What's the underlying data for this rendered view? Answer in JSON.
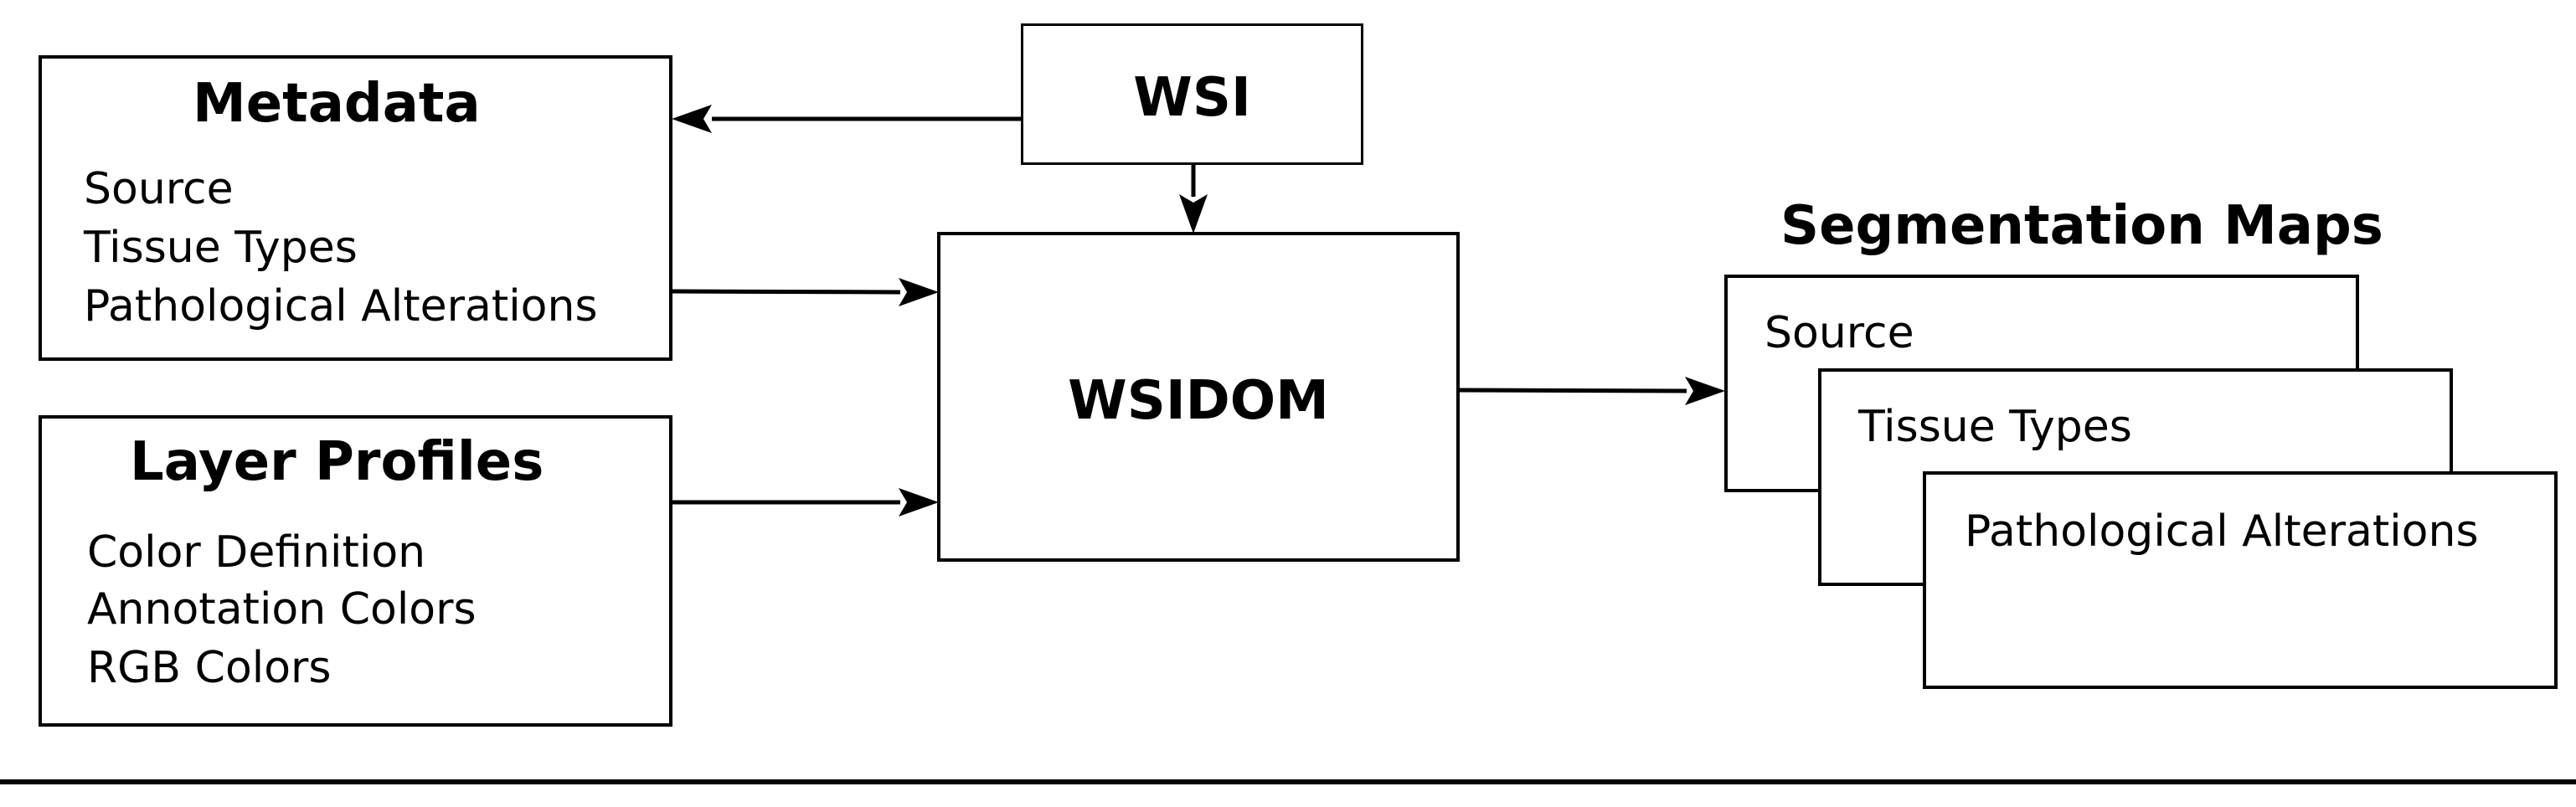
{
  "wsi": {
    "title": "WSI"
  },
  "metadata": {
    "title": "Metadata",
    "items": [
      "Source",
      "Tissue Types",
      "Pathological Alterations"
    ]
  },
  "layer_profiles": {
    "title": "Layer Profiles",
    "items": [
      "Color Definition",
      "Annotation Colors",
      "RGB Colors"
    ]
  },
  "wsidom": {
    "title": "WSIDOM"
  },
  "segmentation_maps": {
    "title": "Segmentation Maps",
    "pages": [
      "Source",
      "Tissue Types",
      "Pathological Alterations"
    ]
  },
  "colors": {
    "stroke": "#000000",
    "fill": "#ffffff"
  }
}
